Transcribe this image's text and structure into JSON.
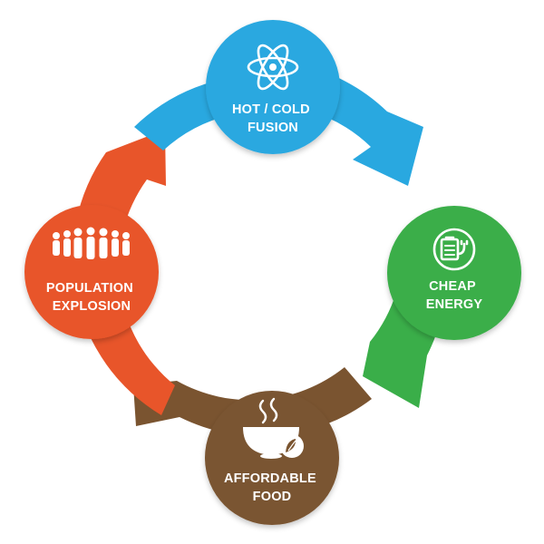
{
  "diagram": {
    "type": "cycle",
    "nodes": [
      {
        "id": "fusion",
        "lines": [
          "HOT / COLD",
          "FUSION"
        ],
        "icon": "atom-icon",
        "color": "#29a8e0"
      },
      {
        "id": "energy",
        "lines": [
          "CHEAP",
          "ENERGY"
        ],
        "icon": "battery-plug-icon",
        "color": "#3aae49"
      },
      {
        "id": "food",
        "lines": [
          "AFFORDABLE",
          "FOOD"
        ],
        "icon": "steaming-bowl-icon",
        "color": "#7a5430"
      },
      {
        "id": "population",
        "lines": [
          "POPULATION",
          "EXPLOSION"
        ],
        "icon": "crowd-icon",
        "color": "#e8552a"
      }
    ],
    "arrows": [
      {
        "from": "fusion",
        "to": "energy",
        "color": "#29a8e0"
      },
      {
        "from": "energy",
        "to": "food",
        "color": "#3aae49"
      },
      {
        "from": "food",
        "to": "population",
        "color": "#7a5430"
      },
      {
        "from": "population",
        "to": "fusion",
        "color": "#e8552a"
      }
    ]
  }
}
